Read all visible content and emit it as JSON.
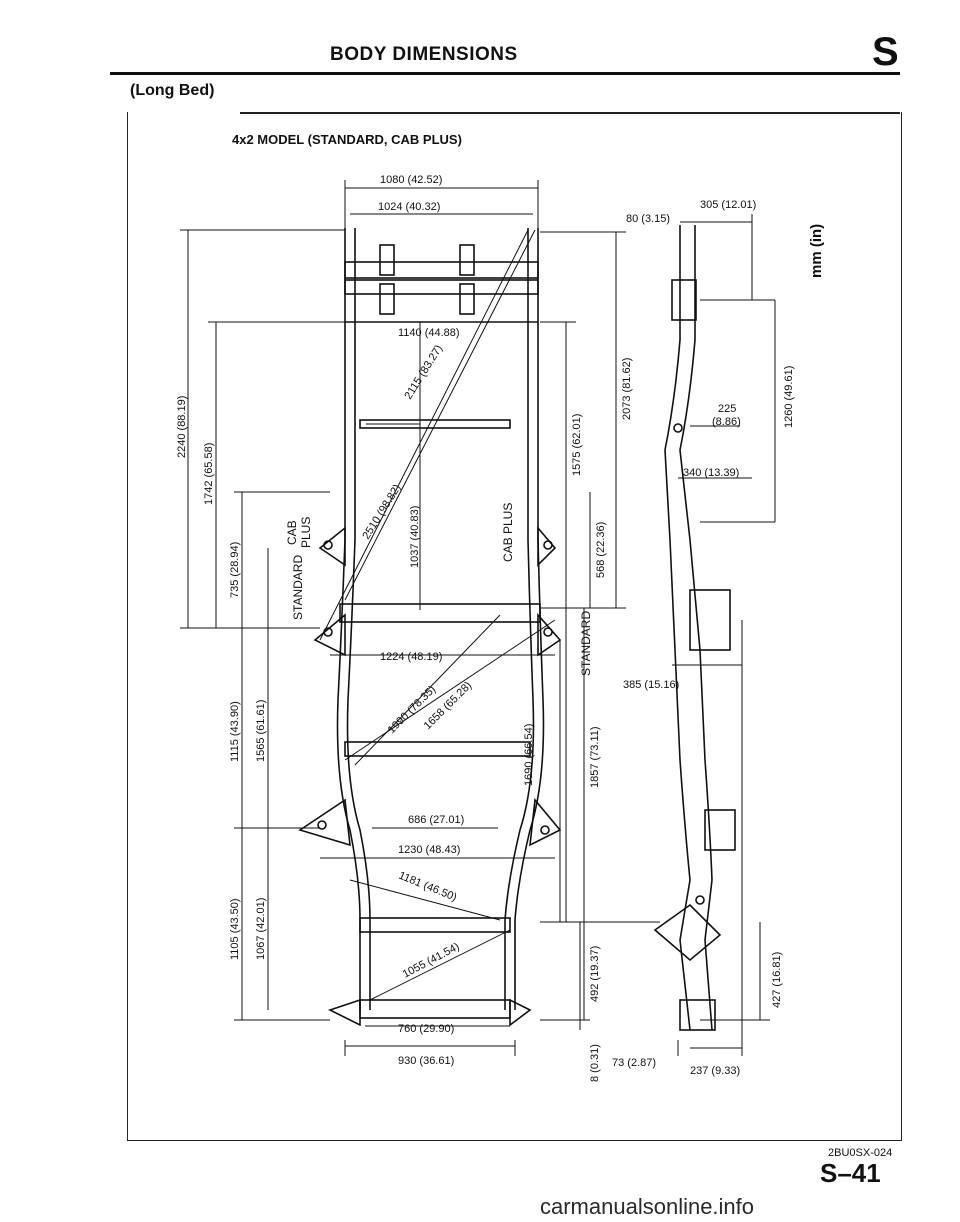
{
  "header": {
    "title": "BODY DIMENSIONS",
    "section_letter": "S"
  },
  "subtitle": "(Long Bed)",
  "model_label": "4x2 MODEL (STANDARD, CAB PLUS)",
  "unit_label": "mm (in)",
  "figure_code": "2BU0SX-024",
  "page_number": "S–41",
  "watermark": "carmanualsonline.info",
  "dims": {
    "d1080": "1080 (42.52)",
    "d1024": "1024 (40.32)",
    "d1140": "1140 (44.88)",
    "d2115": "2115 (83.27)",
    "d2510": "2510 (98.82)",
    "d1037": "1037 (40.83)",
    "d1224": "1224 (48.19)",
    "d1990": "1990 (78.35)",
    "d1658": "1658 (65.28)",
    "d686": "686 (27.01)",
    "d1230": "1230 (48.43)",
    "d1181": "1181 (46.50)",
    "d1055": "1055 (41.54)",
    "d760": "760 (29.90)",
    "d930": "930 (36.61)",
    "d2240": "2240 (88.19)",
    "d1742": "1742 (65.58)",
    "d735": "735 (28.94)",
    "d1115": "1115 (43.90)",
    "d1565": "1565 (61.61)",
    "d1105": "1105 (43.50)",
    "d1067": "1067 (42.01)",
    "d1575": "1575 (62.01)",
    "d2073": "2073 (81.62)",
    "d568": "568 (22.36)",
    "d1690": "1690 (66.54)",
    "d1857": "1857 (73.11)",
    "d492": "492 (19.37)",
    "d8": "8 (0.31)",
    "d80": "80 (3.15)",
    "d305": "305 (12.01)",
    "d225a": "225",
    "d225b": "(8.86)",
    "d340": "340 (13.39)",
    "d1260": "1260 (49.61)",
    "d385": "385 (15.16)",
    "d427": "427 (16.81)",
    "d73": "73 (2.87)",
    "d237": "237 (9.33)"
  },
  "labels": {
    "cab_plus_a": "CAB",
    "cab_plus_b": "PLUS",
    "standard": "STANDARD",
    "cab_plus_long": "CAB PLUS",
    "standard_right": "STANDARD"
  }
}
